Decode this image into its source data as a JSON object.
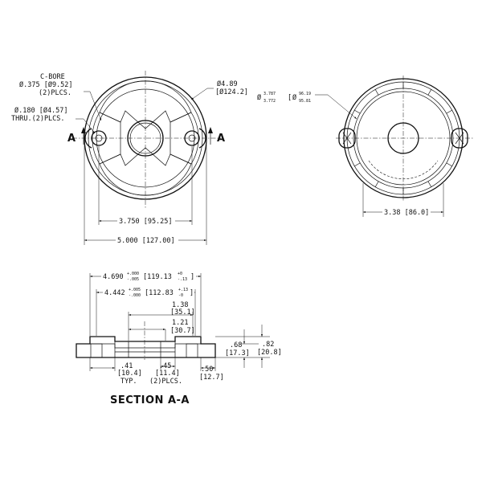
{
  "top_left_view": {
    "cbore_label": "C-BORE",
    "cbore_dia": "Ø.375 [Ø9.52]",
    "cbore_qty": "(2)PLCS.",
    "thru_dia": "Ø.180 [Ø4.57]",
    "thru_qty": "THRU.(2)PLCS.",
    "outer_dia_in": "Ø4.89",
    "outer_dia_mm": "[Ø124.2]",
    "section_marker_left": "A",
    "section_marker_right": "A",
    "hole_spacing": "3.750 [95.25]",
    "overall_width": "5.000 [127.00]"
  },
  "top_right_view": {
    "dia_symbol": "Ø",
    "dia_upper_in": "3.787",
    "dia_lower_in": "3.772",
    "dia_upper_mm": "96.19",
    "dia_lower_mm": "95.81",
    "dia_mm_symbol": "Ø",
    "width": "3.38 [86.0]"
  },
  "section_view": {
    "dim_1_value": "4.690",
    "dim_1_tol_upper": "+.000",
    "dim_1_tol_lower": "-.005",
    "dim_1_mm": "[119.13",
    "dim_1_mm_tol_upper": "+0",
    "dim_1_mm_tol_lower": "-.13",
    "dim_1_mm_close": "]",
    "dim_2_value": "4.442",
    "dim_2_tol_upper": "+.005",
    "dim_2_tol_lower": "-.000",
    "dim_2_mm": "[112.83",
    "dim_2_mm_tol_upper": "+.13",
    "dim_2_mm_tol_lower": "-0",
    "dim_2_mm_close": "]",
    "dim_3_in": "1.38",
    "dim_3_mm": "[35.1]",
    "dim_4_in": "1.21",
    "dim_4_mm": "[30.7]",
    "dim_5_in": ".68",
    "dim_5_mm": "[17.3]",
    "dim_6_in": ".82",
    "dim_6_mm": "[20.8]",
    "dim_7_in": ".41",
    "dim_7_mm": "[10.4]",
    "dim_7_note": "TYP.",
    "dim_8_in": ".45",
    "dim_8_mm": "[11.4]",
    "dim_8_note": "(2)PLCS.",
    "dim_9_in": ".50",
    "dim_9_mm": "[12.7]",
    "title": "SECTION A-A"
  }
}
